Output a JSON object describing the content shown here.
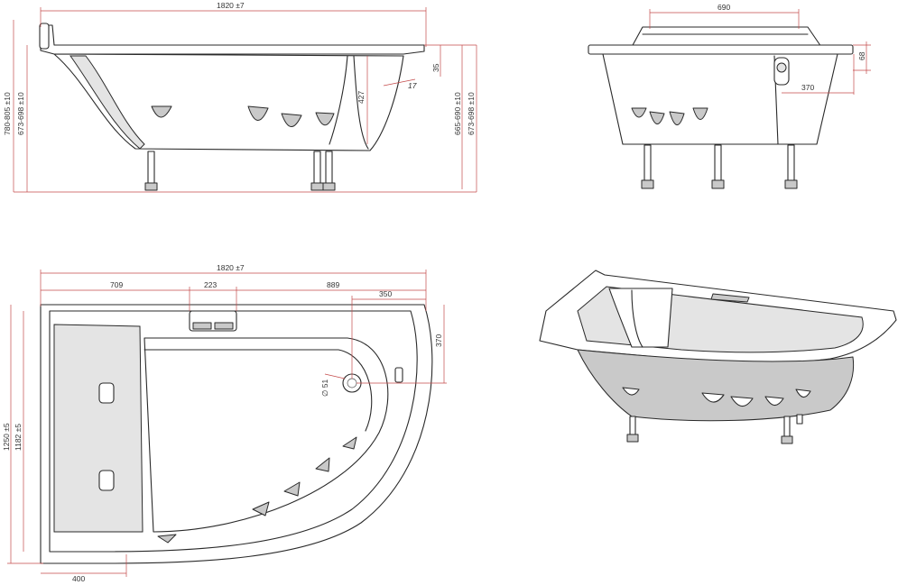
{
  "colors": {
    "dimension_line": "#c44a4a",
    "outline": "#2a2a2a",
    "shade": "#c9c9c9"
  },
  "side_view": {
    "overall_length": "1820 ±7",
    "height_a": "780-805 ±10",
    "height_b": "673-698 ±10",
    "height_c": "665-690 ±10",
    "height_d": "673-698 ±10",
    "depth": "427",
    "angle": "17",
    "lip": "35"
  },
  "front_view": {
    "width": "690",
    "rim": "68",
    "offset": "370"
  },
  "top_view": {
    "overall_length": "1820 ±7",
    "seg_1": "709",
    "seg_2": "223",
    "seg_3": "889",
    "drain_offset_x": "350",
    "drain_offset_y": "370",
    "drain_diameter": "∅ 51",
    "width_a": "1250 ±5",
    "width_b": "1182 ±5",
    "bottom_offset": "400"
  }
}
